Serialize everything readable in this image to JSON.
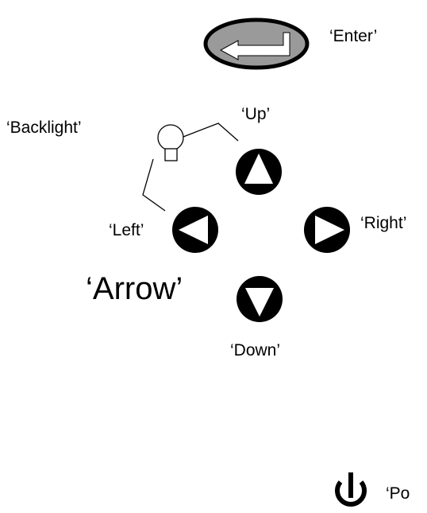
{
  "labels": {
    "enter": "‘Enter’",
    "backlight": "‘Backlight’",
    "up": "‘Up’",
    "left": "‘Left’",
    "right": "‘Right’",
    "arrow": "‘Arrow’",
    "down": "‘Down’",
    "power": "‘Po"
  },
  "colors": {
    "button_fill": "#000000",
    "arrow_glyph": "#ffffff",
    "enter_fill": "#9a9a9a",
    "enter_border": "#000000",
    "line": "#000000"
  },
  "icons": {
    "enter": "enter-return-icon",
    "backlight": "lightbulb-icon",
    "up": "up-arrow-icon",
    "down": "down-arrow-icon",
    "left": "left-arrow-icon",
    "right": "right-arrow-icon",
    "power": "power-icon"
  }
}
